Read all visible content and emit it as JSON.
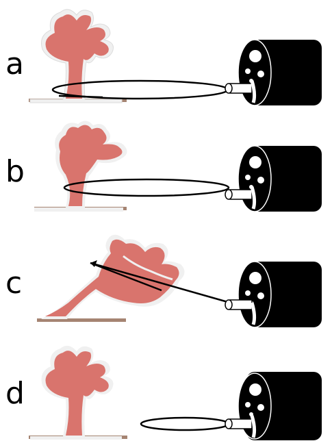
{
  "panels": [
    {
      "label": "a"
    },
    {
      "label": "b"
    },
    {
      "label": "c"
    },
    {
      "label": "d"
    }
  ],
  "colors": {
    "polyp": "#d9746d",
    "outline": "#f0f0f0",
    "mucosa_shadow": "#a58472",
    "endoscope": "#000000",
    "snare": "#000000",
    "channel": "#ffffff"
  },
  "icons": [
    "polyp-illustration",
    "endoscope-icon",
    "snare-loop"
  ]
}
